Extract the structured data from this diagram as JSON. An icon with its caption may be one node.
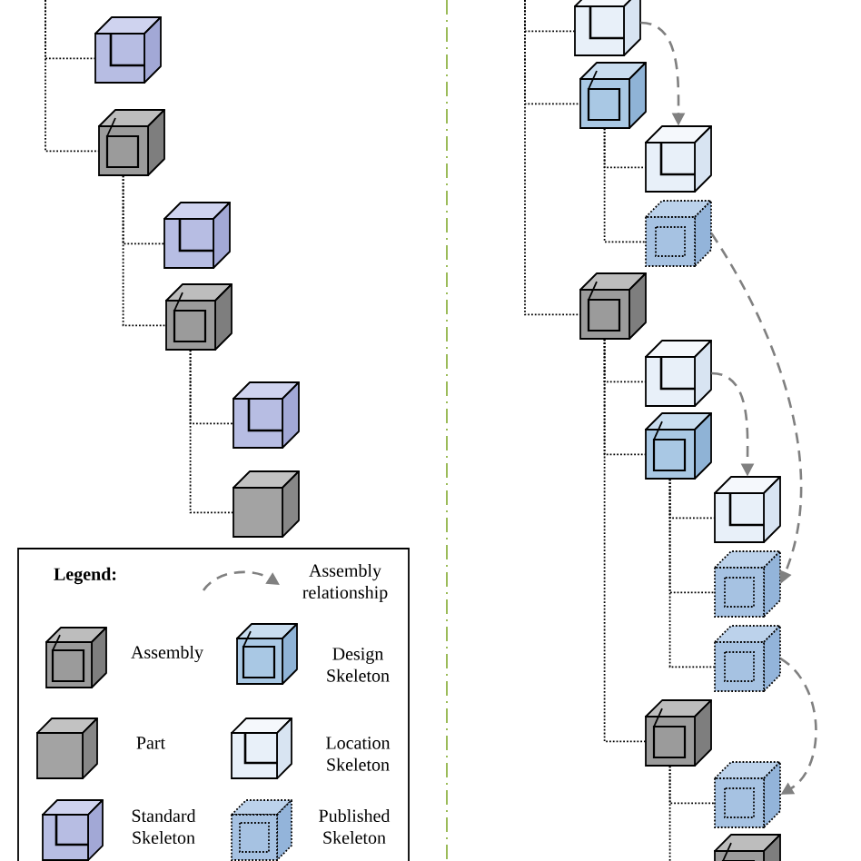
{
  "diagram": {
    "nodes": [
      {
        "text": [],
        "shape": "cube"
      },
      {
        "text": [],
        "shape": "cube"
      },
      {
        "text": [],
        "shape": "cube"
      },
      {
        "text": [],
        "shape": "cube"
      },
      {
        "text": [],
        "shape": "cube"
      },
      {
        "text": [],
        "shape": "cube"
      },
      {
        "text": [],
        "shape": "cube"
      },
      {
        "text": [],
        "shape": "cube"
      },
      {
        "text": [],
        "shape": "cube"
      },
      {
        "text": [],
        "shape": "cube"
      },
      {
        "text": [],
        "shape": "cube"
      },
      {
        "text": [],
        "shape": "cube"
      },
      {
        "text": [],
        "shape": "cube"
      },
      {
        "text": [],
        "shape": "cube"
      },
      {
        "text": [],
        "shape": "cube"
      },
      {
        "text": [],
        "shape": "cube"
      },
      {
        "text": [],
        "shape": "cube"
      },
      {
        "text": [],
        "shape": "cube"
      },
      {
        "text": [],
        "shape": "cube"
      }
    ],
    "edges": [
      {
        "from": null,
        "to": 0,
        "arrow": "none"
      },
      {
        "from": null,
        "to": 1,
        "arrow": "none"
      },
      {
        "from": 1,
        "to": 2,
        "arrow": "none"
      },
      {
        "from": 1,
        "to": 3,
        "arrow": "none"
      },
      {
        "from": 3,
        "to": 4,
        "arrow": "none"
      },
      {
        "from": 3,
        "to": 5,
        "arrow": "none"
      },
      {
        "from": null,
        "to": 6,
        "arrow": "none"
      },
      {
        "from": null,
        "to": 7,
        "arrow": "none"
      },
      {
        "from": null,
        "to": 10,
        "arrow": "none"
      },
      {
        "from": 7,
        "to": 8,
        "arrow": "none"
      },
      {
        "from": 7,
        "to": 9,
        "arrow": "none"
      },
      {
        "from": 10,
        "to": 11,
        "arrow": "none"
      },
      {
        "from": 10,
        "to": 12,
        "arrow": "none"
      },
      {
        "from": 10,
        "to": 16,
        "arrow": "none"
      },
      {
        "from": 12,
        "to": 13,
        "arrow": "none"
      },
      {
        "from": 12,
        "to": 14,
        "arrow": "none"
      },
      {
        "from": 12,
        "to": 15,
        "arrow": "none"
      },
      {
        "from": 16,
        "to": 17,
        "arrow": "none"
      },
      {
        "from": 16,
        "to": 18,
        "arrow": "none"
      },
      {
        "from": 6,
        "to": 8,
        "arrow": "to",
        "style": "dashed",
        "color": "#808080"
      },
      {
        "from": 9,
        "to": 14,
        "arrow": "to",
        "style": "dashed",
        "color": "#808080"
      },
      {
        "from": 11,
        "to": 13,
        "arrow": "to",
        "style": "dashed",
        "color": "#808080"
      },
      {
        "from": 15,
        "to": 17,
        "arrow": "to",
        "style": "dashed",
        "color": "#808080"
      }
    ],
    "labels": [
      "Legend:"
    ],
    "legend": [
      {
        "text": "Assembly relationship"
      },
      {
        "text": "Assembly"
      },
      {
        "text": "Design Skeleton"
      },
      {
        "text": "Part"
      },
      {
        "text": "Location Skeleton"
      },
      {
        "text": "Standard Skeleton"
      },
      {
        "text": "Published Skeleton"
      }
    ]
  }
}
